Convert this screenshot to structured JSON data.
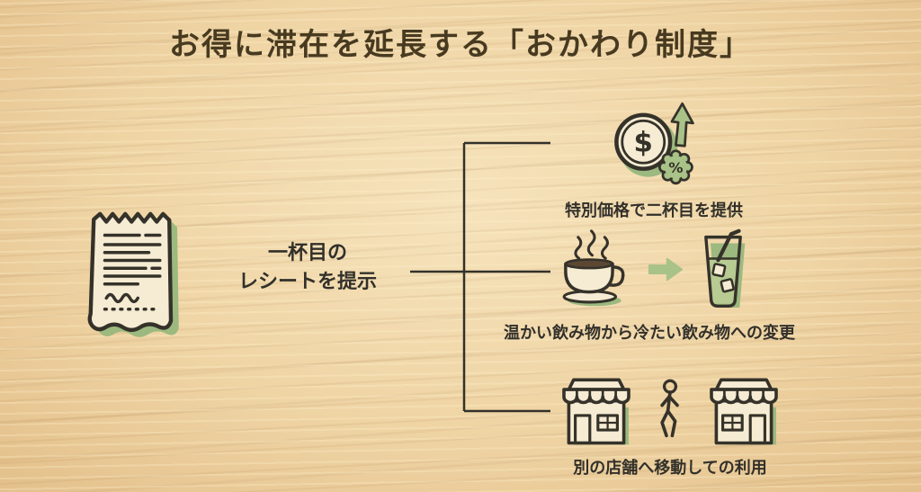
{
  "title": "お得に滞在を延長する「おかわり制度」",
  "receipt": {
    "label1": "一杯目の",
    "label2": "レシートを提示"
  },
  "branches": [
    {
      "label": "特別価格で二杯目を提供"
    },
    {
      "label": "温かい飲み物から冷たい飲み物への変更"
    },
    {
      "label": "別の店舗へ移動しての利用"
    }
  ],
  "icon_symbols": {
    "coin_currency": "$",
    "discount_badge": "%"
  },
  "icons": [
    "receipt-icon",
    "discount-price-up-icon",
    "hot-drink-icon",
    "change-arrow-icon",
    "cold-drink-icon",
    "store-icon",
    "walking-person-icon",
    "store-icon"
  ],
  "colors": {
    "background_wood": "#efd4a4",
    "title_brown": "#473a20",
    "text_dark": "#32302a",
    "outline_dark": "#35322a",
    "accent_green": "#a9c288",
    "shadow_green": "#9cb97f",
    "paper_cream": "#f6ecd3"
  }
}
